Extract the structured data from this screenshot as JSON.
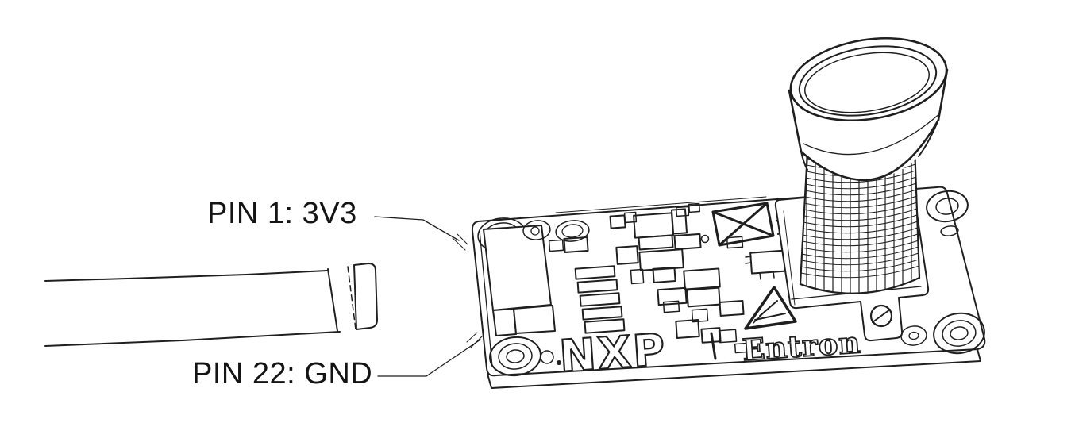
{
  "figure": {
    "callouts": {
      "pin1": "PIN 1: 3V3",
      "pin22": "PIN 22: GND"
    },
    "silkscreen": {
      "brand": "NXP",
      "maker": "Entron"
    },
    "colors": {
      "background": "#ffffff",
      "line": "#1f1f1f",
      "label_text": "#141414"
    }
  }
}
